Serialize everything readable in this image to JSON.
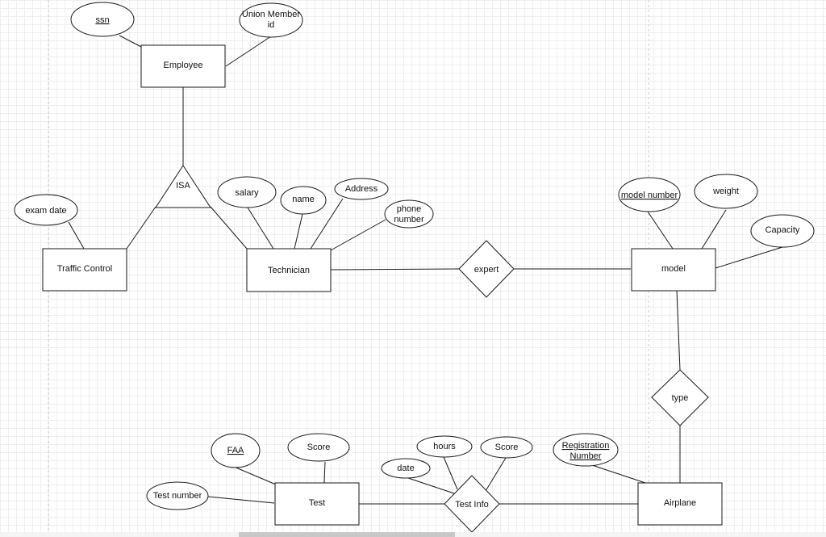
{
  "diagram": {
    "entities": {
      "employee": "Employee",
      "traffic_control": "Traffic Control",
      "technician": "Technician",
      "model": "model",
      "test": "Test",
      "airplane": "Airplane"
    },
    "relationships": {
      "expert": "expert",
      "type": "type",
      "test_info": "Test Info"
    },
    "isa": "ISA",
    "attributes": {
      "ssn": "ssn",
      "union_member_id_line1": "Union Member",
      "union_member_id_line2": "id",
      "exam_date": "exam date",
      "salary": "salary",
      "name": "name",
      "address": "Address",
      "phone_line1": "phone",
      "phone_line2": "number",
      "model_number": "model number",
      "weight": "weight",
      "capacity": "Capacity",
      "faa": "FAA",
      "test_score": "Score",
      "test_number": "Test number",
      "hours": "hours",
      "info_score": "Score",
      "date": "date",
      "reg_line1": "Registration",
      "reg_line2": "Number"
    }
  }
}
